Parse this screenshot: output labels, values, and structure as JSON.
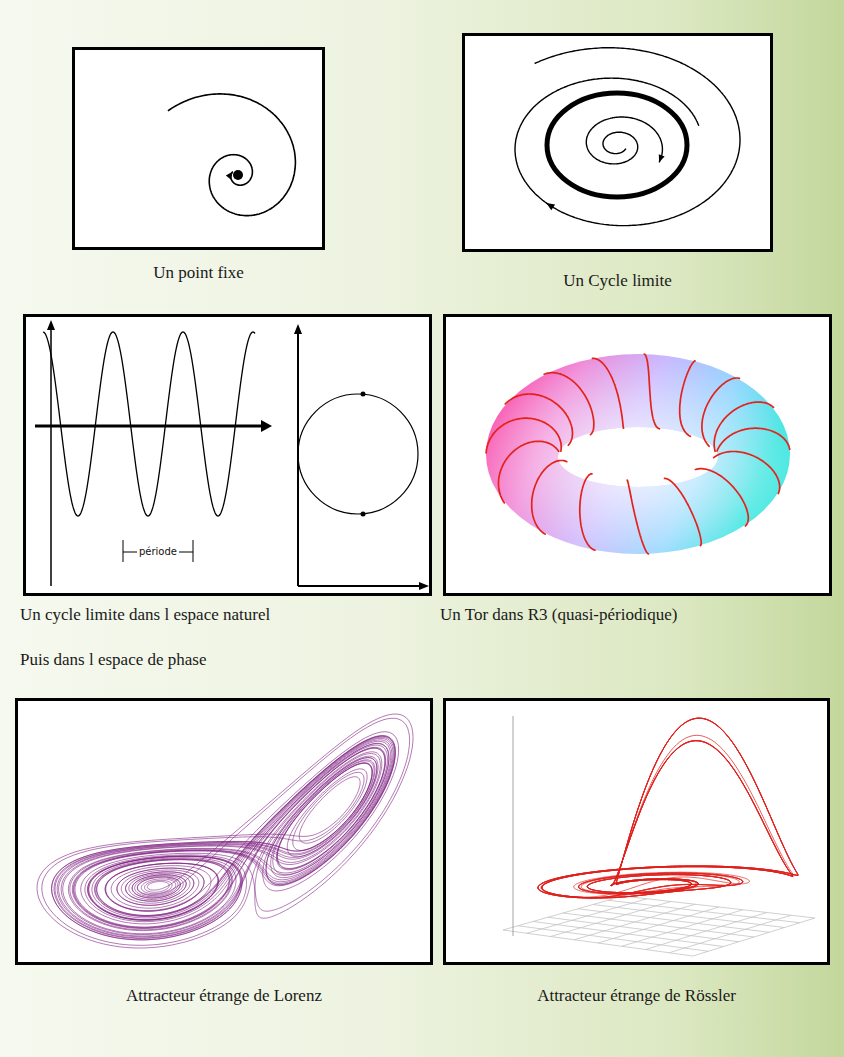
{
  "diagram": {
    "nodes": [
      {
        "text": [
          "Un point fixe"
        ]
      },
      {
        "text": [
          "Un Cycle limite"
        ]
      },
      {
        "text": [
          "Un cycle limite dans l espace naturel",
          "Puis dans l espace de phase"
        ]
      },
      {
        "text": [
          "Un Tor dans R3 (quasi-périodique)"
        ]
      },
      {
        "text": [
          "Attracteur étrange de Lorenz"
        ]
      },
      {
        "text": [
          "Attracteur étrange de Rössler"
        ]
      }
    ],
    "labels": [
      "période"
    ]
  }
}
